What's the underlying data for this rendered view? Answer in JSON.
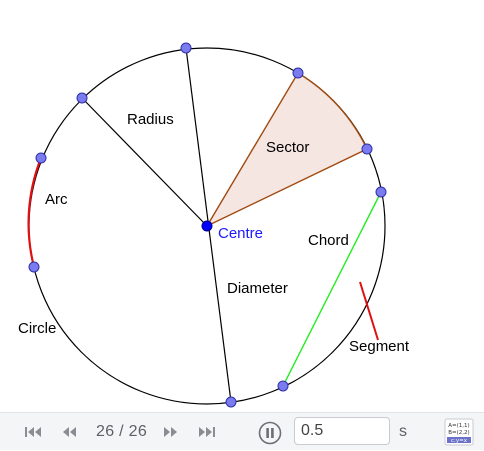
{
  "labels": {
    "radius": "Radius",
    "sector": "Sector",
    "arc": "Arc",
    "centre": "Centre",
    "chord": "Chord",
    "diameter": "Diameter",
    "circle": "Circle",
    "segment": "Segment"
  },
  "player": {
    "step": "26 / 26",
    "speed": "0.5",
    "unit": "s",
    "state": "playing"
  },
  "algebra_icon_text": [
    "A=(1,1)",
    "B=(2,2)",
    "c:y=x"
  ],
  "colors": {
    "circle": "#000000",
    "point_fill": "#7b7bf0",
    "point_stroke": "#2f2fa8",
    "centre_point": "#0000ff",
    "centre_label": "#1a1aff",
    "arc": "#e01010",
    "sector_edge": "#a04a10",
    "sector_fill": "#f5e6e1",
    "chord": "#22ee22",
    "segment": "#e01010",
    "player_bg": "#f4f5f7",
    "player_icon": "#8a8c91"
  }
}
